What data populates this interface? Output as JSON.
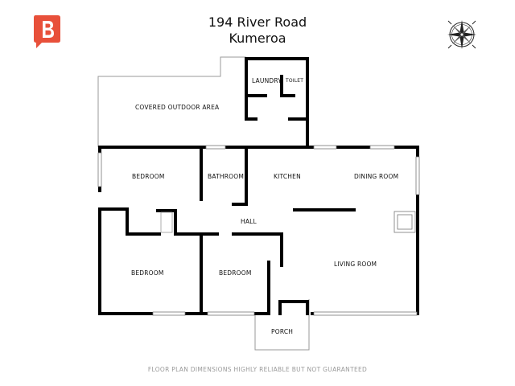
{
  "header": {
    "address_line1": "194 River Road",
    "address_line2": "Kumeroa"
  },
  "rooms": {
    "covered_outdoor_area": "COVERED OUTDOOR AREA",
    "laundry": "LAUNDRY",
    "toilet": "TOILET",
    "bedroom_1": "BEDROOM",
    "bathroom": "BATHROOM",
    "kitchen": "KITCHEN",
    "dining_room": "DINING ROOM",
    "hall": "HALL",
    "bedroom_2": "BEDROOM",
    "bedroom_3": "BEDROOM",
    "living_room": "LIVING ROOM",
    "porch": "PORCH"
  },
  "footer": {
    "disclaimer": "FLOOR PLAN DIMENSIONS HIGHLY RELIABLE BUT NOT GUARANTEED"
  },
  "colors": {
    "logo": "#e8503a",
    "walls": "#000000",
    "outline": "#9a9a9a"
  },
  "icons": {
    "logo": "brand-logo-icon",
    "compass": "compass-rose-icon"
  }
}
